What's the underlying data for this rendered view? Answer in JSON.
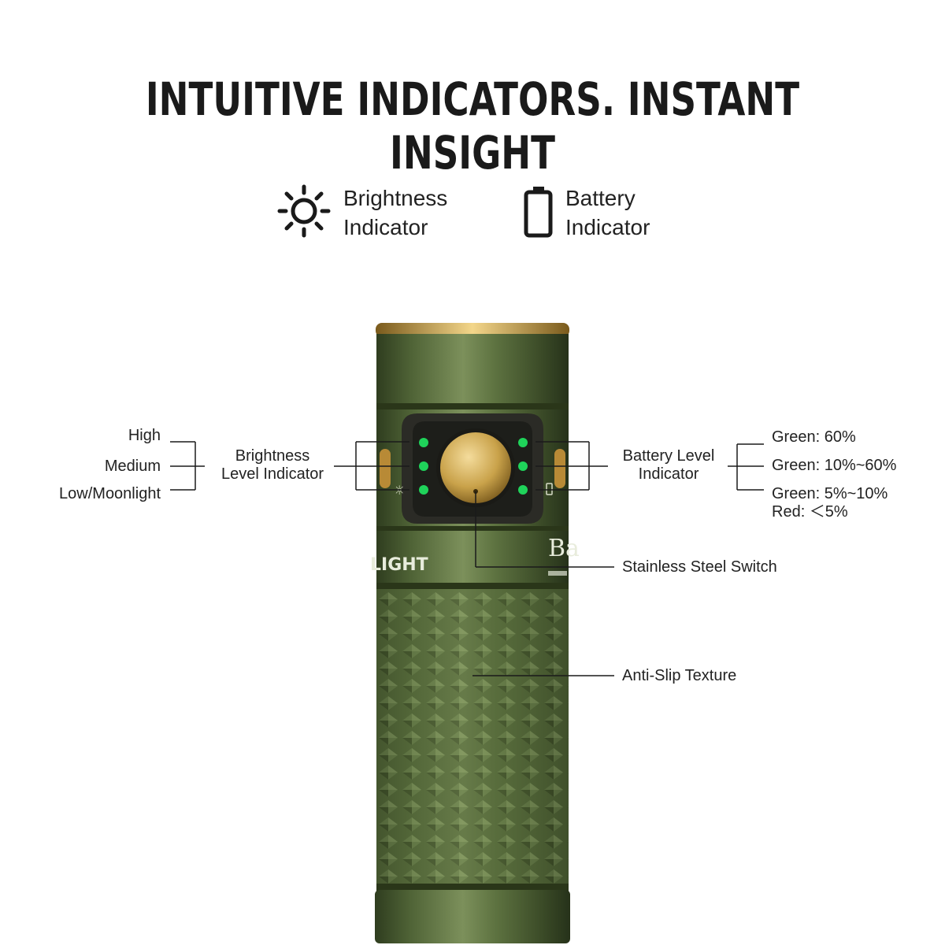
{
  "headline": "INTUITIVE INDICATORS. INSTANT INSIGHT",
  "legend": {
    "brightness": {
      "line1": "Brightness",
      "line2": "Indicator",
      "icon": "sun-icon"
    },
    "battery": {
      "line1": "Battery",
      "line2": "Indicator",
      "icon": "battery-icon"
    }
  },
  "brightness_levels": [
    "High",
    "Medium",
    "Low/Moonlight"
  ],
  "brightness_callout": {
    "line1": "Brightness",
    "line2": "Level Indicator"
  },
  "battery_callout": {
    "line1": "Battery Level",
    "line2": "Indicator"
  },
  "battery_levels": {
    "l1": "Green:  60%",
    "l2": "Green: 10%~60%",
    "l3": "Green: 5%~10%",
    "l4": "Red: ＜5%"
  },
  "switch_label": "Stainless Steel Switch",
  "texture_label": "Anti-Slip Texture",
  "body_text": {
    "brand": "LIGHT",
    "model": "Ba"
  },
  "colors": {
    "body_green": "#566a3c",
    "led_green": "#1fd35a",
    "brass": "#c9a24a"
  }
}
